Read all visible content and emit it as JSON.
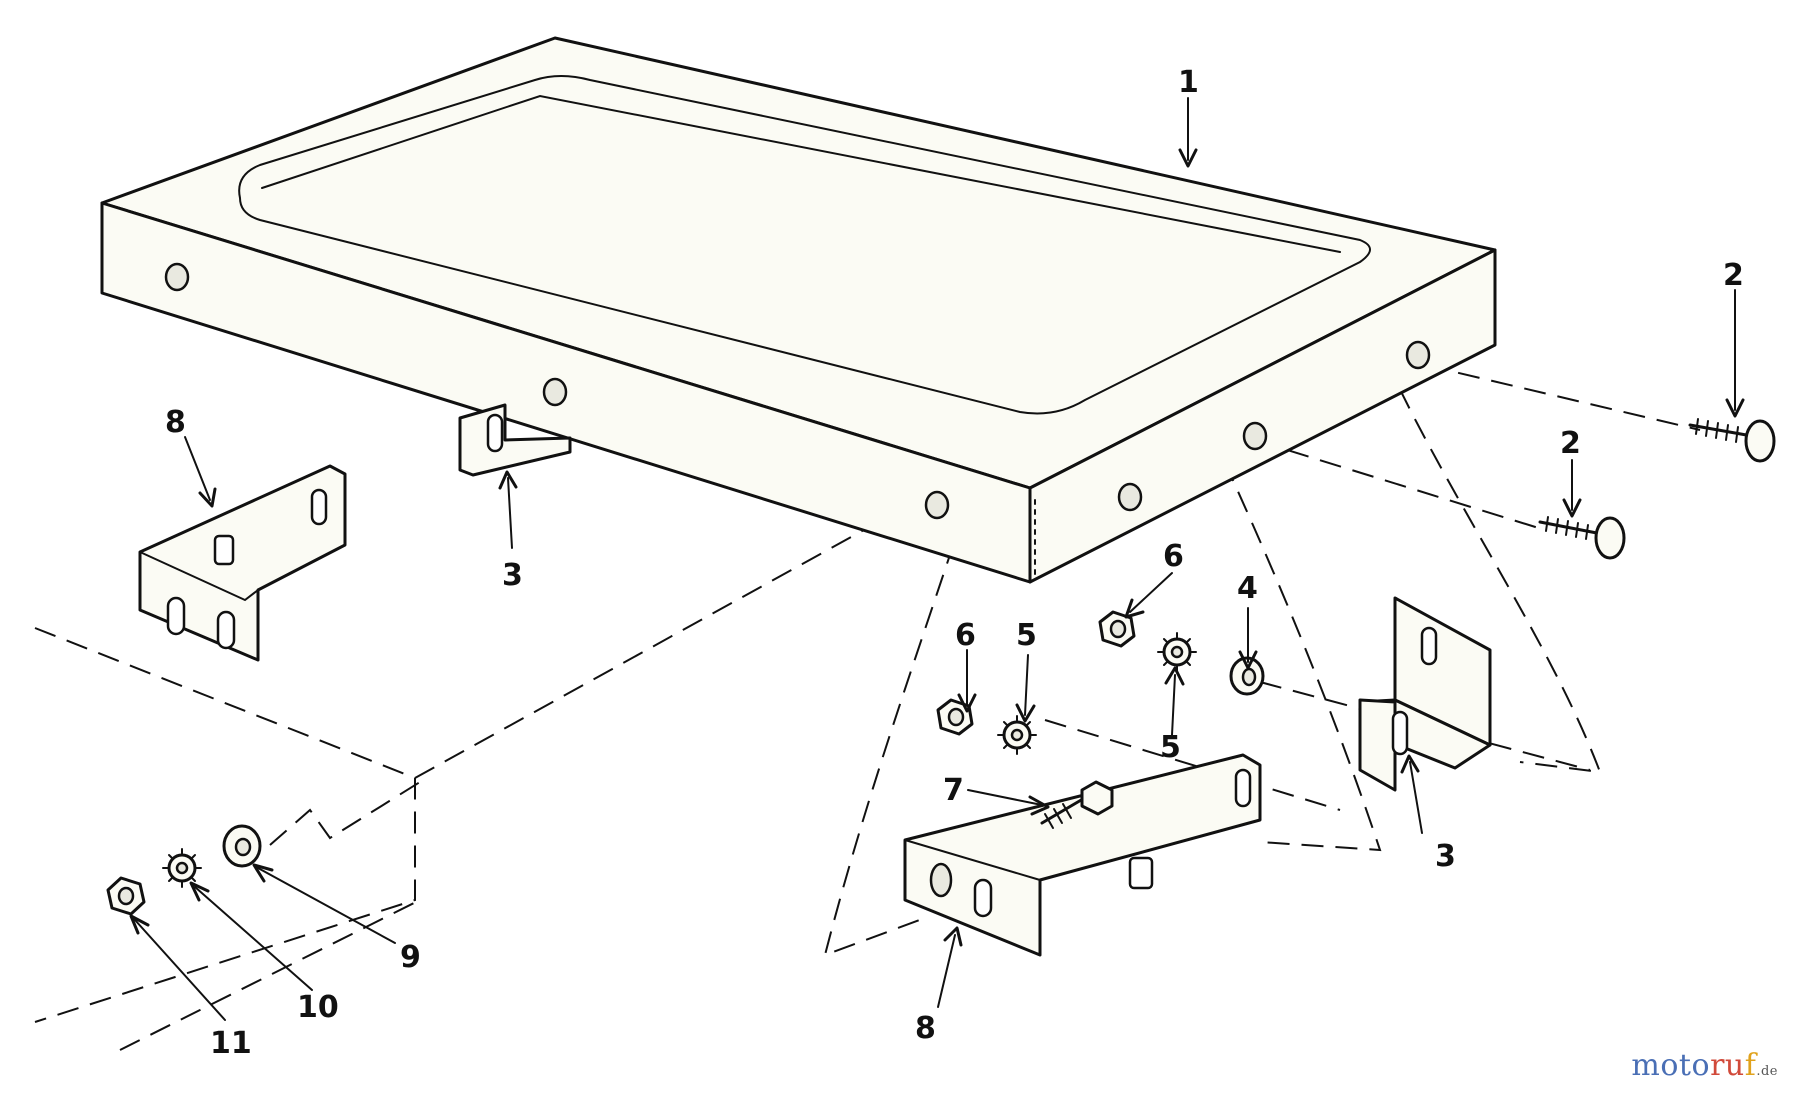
{
  "diagram": {
    "labels": {
      "part_1": "1",
      "part_2a": "2",
      "part_2b": "2",
      "part_3a": "3",
      "part_3b": "3",
      "part_4": "4",
      "part_5a": "5",
      "part_5b": "5",
      "part_6a": "6",
      "part_6b": "6",
      "part_7": "7",
      "part_8a": "8",
      "part_8b": "8",
      "part_9": "9",
      "part_10": "10",
      "part_11": "11"
    }
  },
  "watermark": {
    "part1": "moto",
    "part2": "ru",
    "part3": "f",
    "suffix": ".de"
  }
}
